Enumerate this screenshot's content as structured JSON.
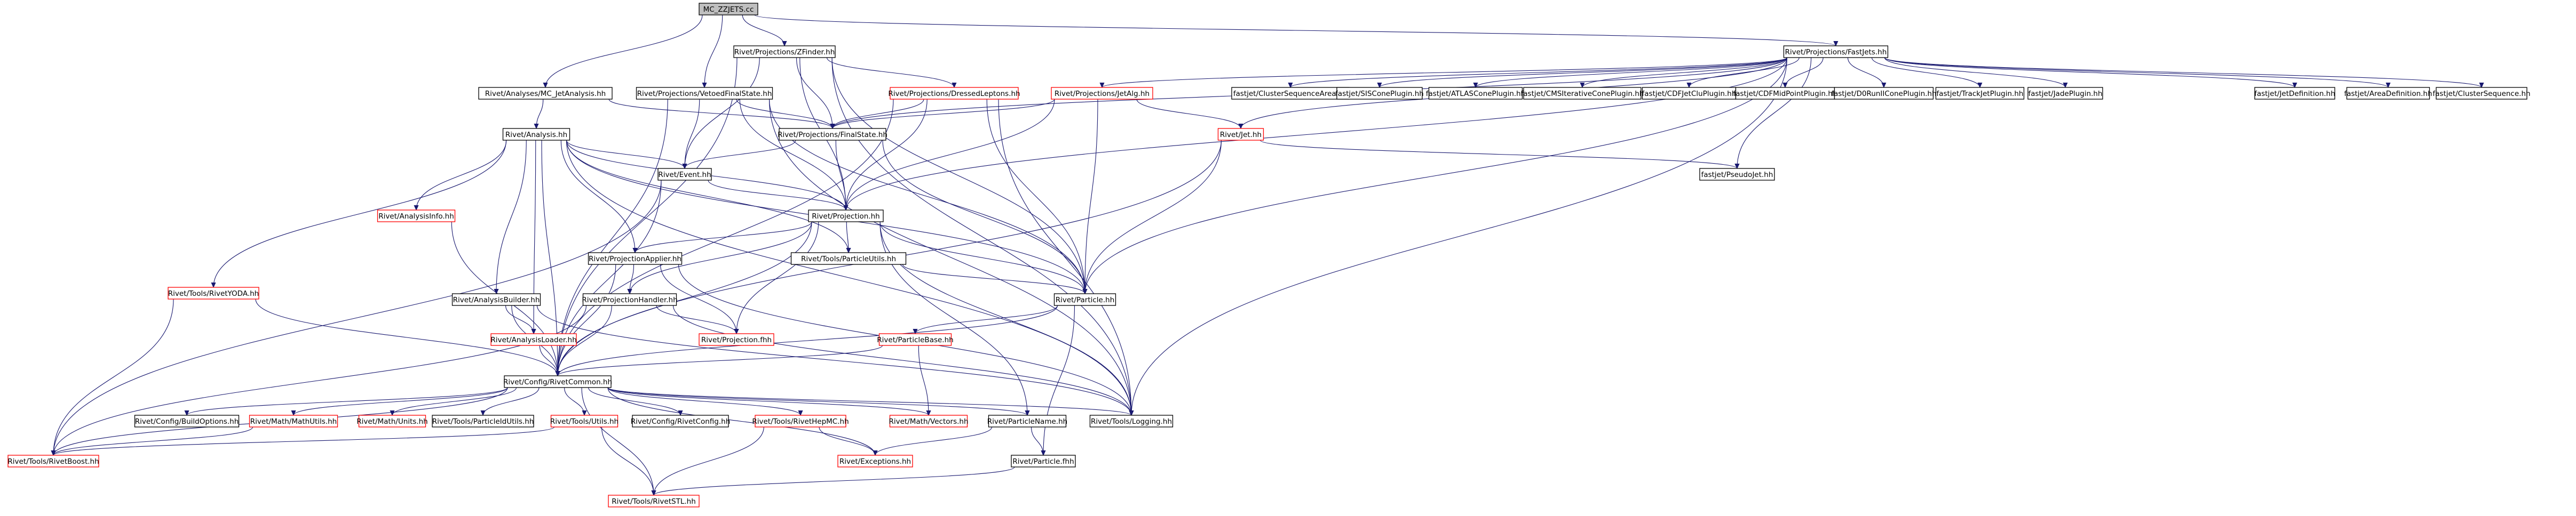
{
  "graph_title": "MC_ZZJETS.cc",
  "colors": {
    "edge": "#191970",
    "box_border": "#000000",
    "missing_border": "#ff0000",
    "root_fill": "#bfbfbf",
    "background": "#ffffff"
  },
  "nodes": {
    "root": "MC_ZZJETS.cc",
    "zfinder": "Rivet/Projections/ZFinder.hh",
    "fastjets": "Rivet/Projections/FastJets.hh",
    "mcjet": "Rivet/Analyses/MC_JetAnalysis.hh",
    "vetoed": "Rivet/Projections/VetoedFinalState.hh",
    "dressed": "Rivet/Projections/DressedLeptons.hh",
    "jetalg": "Rivet/Projections/JetAlg.hh",
    "csa": "fastjet/ClusterSequenceArea.hh",
    "siscone": "fastjet/SISConePlugin.hh",
    "atlascone": "fastjet/ATLASConePlugin.hh",
    "cmsiter": "fastjet/CMSIterativeConePlugin.hh",
    "cdfjetclu": "fastjet/CDFJetCluPlugin.hh",
    "cdfmid": "fastjet/CDFMidPointPlugin.hh",
    "d0run": "fastjet/D0RunIIConePlugin.hh",
    "trackjet": "fastjet/TrackJetPlugin.hh",
    "jade": "fastjet/JadePlugin.hh",
    "jetdef": "fastjet/JetDefinition.hh",
    "areadef": "fastjet/AreaDefinition.hh",
    "clusterseq": "fastjet/ClusterSequence.hh",
    "analysis": "Rivet/Analysis.hh",
    "finalstate": "Rivet/Projections/FinalState.hh",
    "jet": "Rivet/Jet.hh",
    "event": "Rivet/Event.hh",
    "pseudojet": "fastjet/PseudoJet.hh",
    "analysisinfo": "Rivet/AnalysisInfo.hh",
    "projection": "Rivet/Projection.hh",
    "projapplier": "Rivet/ProjectionApplier.hh",
    "particleutils": "Rivet/Tools/ParticleUtils.hh",
    "particle": "Rivet/Particle.hh",
    "analysisbuilder": "Rivet/AnalysisBuilder.hh",
    "projhandler": "Rivet/ProjectionHandler.hh",
    "rivetyoda": "Rivet/Tools/RivetYODA.hh",
    "particlebase": "Rivet/ParticleBase.hh",
    "analysisloader": "Rivet/AnalysisLoader.hh",
    "projectionfhh": "Rivet/Projection.fhh",
    "rivetcommon": "Rivet/Config/RivetCommon.hh",
    "buildoptions": "Rivet/Config/BuildOptions.hh",
    "mathutils": "Rivet/Math/MathUtils.hh",
    "units": "Rivet/Math/Units.hh",
    "particleidutils": "Rivet/Tools/ParticleIdUtils.hh",
    "utils": "Rivet/Tools/Utils.hh",
    "rivetconfig": "Rivet/Config/RivetConfig.hh",
    "rivethepmc": "Rivet/Tools/RivetHepMC.hh",
    "vectors": "Rivet/Math/Vectors.hh",
    "particlename": "Rivet/ParticleName.hh",
    "logging": "Rivet/Tools/Logging.hh",
    "rivetboost": "Rivet/Tools/RivetBoost.hh",
    "exceptions": "Rivet/Exceptions.hh",
    "particlefhh": "Rivet/Particle.fhh",
    "rivetstl": "Rivet/Tools/RivetSTL.hh"
  }
}
